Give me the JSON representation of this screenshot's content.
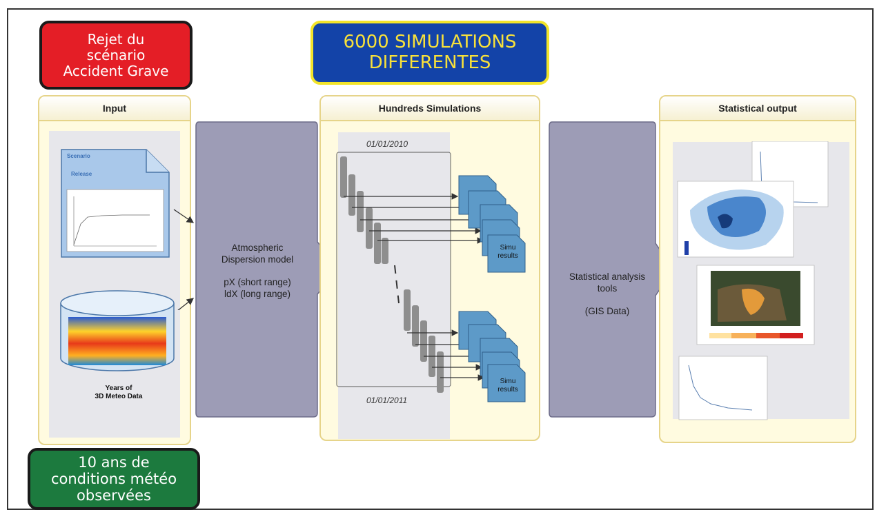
{
  "callouts": {
    "release": [
      "Rejet du",
      "scénario",
      "Accident Grave"
    ],
    "simulations": [
      "6000 SIMULATIONS",
      "DIFFERENTES"
    ],
    "meteo": [
      "10 ans de",
      "conditions météo",
      "observées"
    ]
  },
  "panels": {
    "input": {
      "title": "Input",
      "doc_labels": [
        "Scenario",
        "Release"
      ],
      "db_label": [
        "Years of",
        "3D Meteo Data"
      ]
    },
    "simulations": {
      "title": "Hundreds Simulations",
      "start_date": "01/01/2010",
      "end_date": "01/01/2011",
      "result_label": [
        "Simu",
        "results"
      ]
    },
    "output": {
      "title": "Statistical output"
    }
  },
  "arrows": {
    "dispersion": [
      "Atmospheric",
      "Dispersion model",
      "",
      "pX (short range)",
      "ldX (long range)"
    ],
    "statistics": [
      "Statistical analysis",
      "tools",
      "",
      "(GIS Data)"
    ]
  },
  "colors": {
    "red": "#e41e26",
    "blue": "#1343a8",
    "yellow": "#f8e13a",
    "green": "#1c7a3e",
    "arrow": "#9d9cb6",
    "doc": "#5d9ac8",
    "panel": "#fffbe0"
  }
}
